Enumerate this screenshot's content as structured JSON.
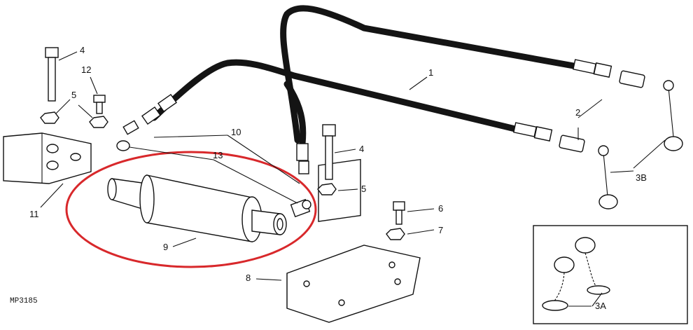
{
  "figure_code": "MP3185",
  "callouts": {
    "c1": "1",
    "c2": "2",
    "c3a": "3A",
    "c3b": "3B",
    "c4_top": "4",
    "c4_mid": "4",
    "c5_left": "5",
    "c5_right": "5",
    "c6": "6",
    "c7": "7",
    "c8": "8",
    "c9": "9",
    "c10": "10",
    "c11": "11",
    "c12": "12",
    "c13": "13"
  },
  "colors": {
    "ink": "#111111",
    "hose": "#141414",
    "highlight": "#d8282b",
    "paper": "#ffffff"
  },
  "highlight": {
    "shape": "ellipse",
    "target": "9"
  }
}
